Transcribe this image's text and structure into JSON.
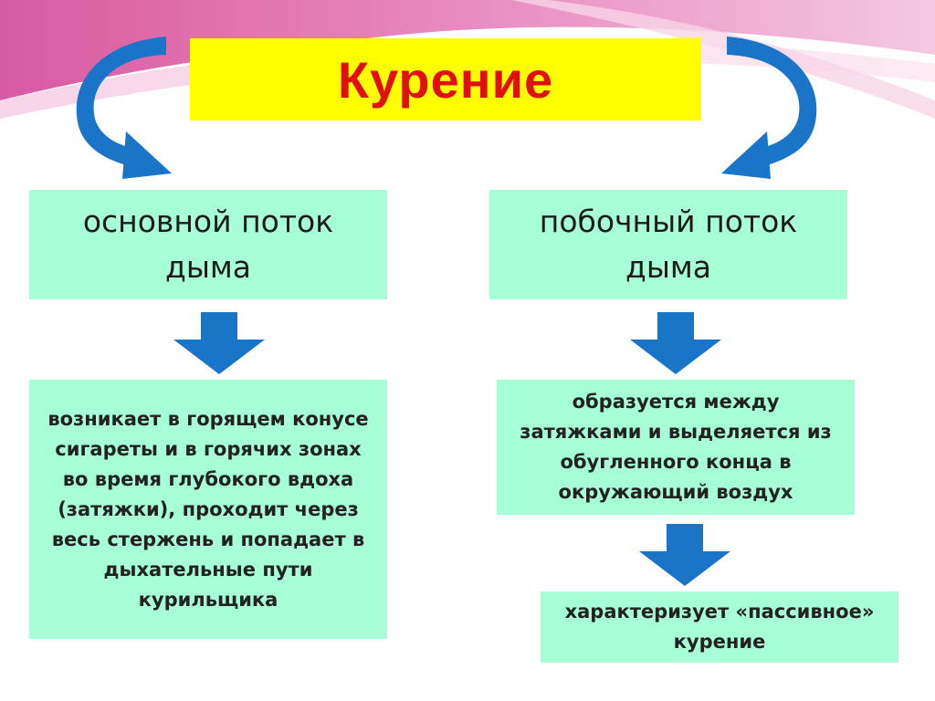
{
  "title": "Курение",
  "left": {
    "heading": "основной поток дыма",
    "description": "возникает в горящем конусе сигареты и в горячих зонах во время глубокого вдоха (затяжки), проходит через весь стержень и попадает в дыхательные пути курильщика"
  },
  "right": {
    "heading": "побочный поток дыма",
    "description": "образуется между затяжками и выделяется из обугленного конца в окружающий воздух",
    "result": "характеризует «пассивное» курение"
  },
  "colors": {
    "title_background": "#ffff00",
    "title_text": "#e01010",
    "box_background": "#a6ffd6",
    "arrow": "#1a74c8"
  }
}
